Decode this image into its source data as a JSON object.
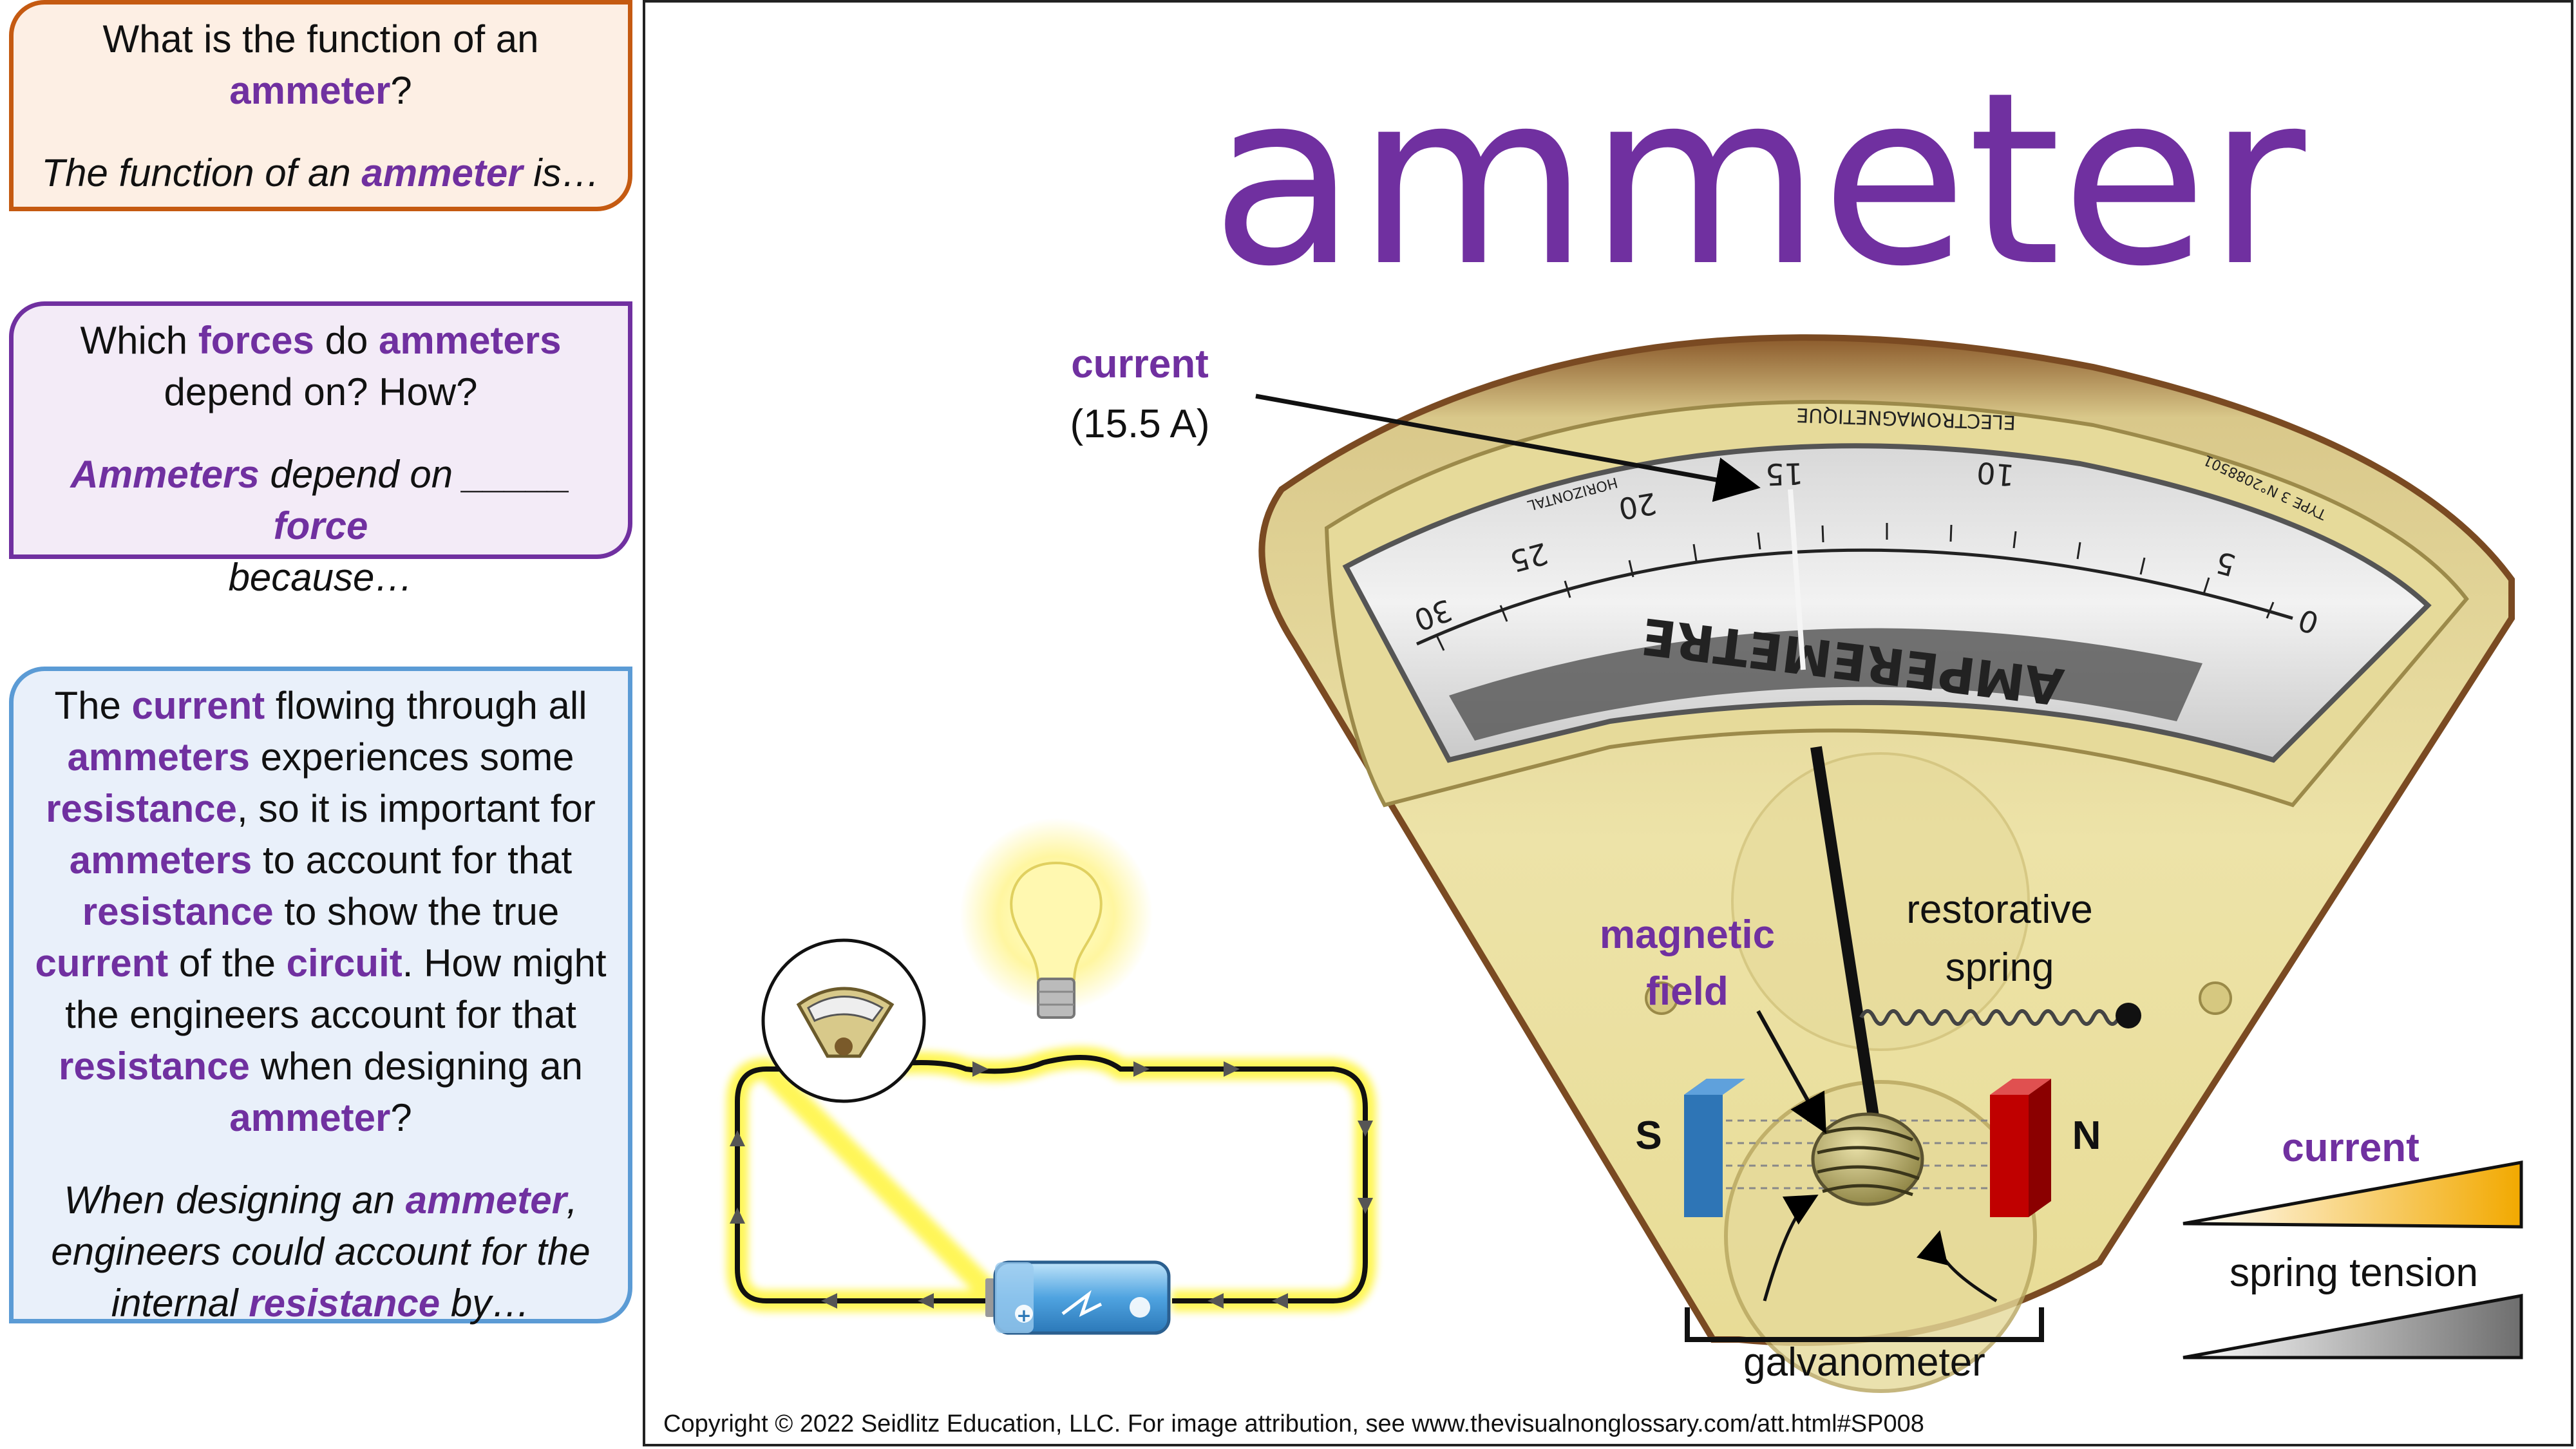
{
  "card1": {
    "question_pre": "What is the function of an",
    "question_term": "ammeter",
    "question_post": "?",
    "answer_pre": "The function of an",
    "answer_term": "ammeter",
    "answer_post": "is…"
  },
  "card2": {
    "q_w1": "Which",
    "q_term1": "forces",
    "q_w2": "do",
    "q_term2": "ammeters",
    "q_w3": "depend on? How?",
    "a_term1": "Ammeters",
    "a_w1": "depend on _____",
    "a_term2": "force",
    "a_w2": "because…"
  },
  "card3": {
    "t1": "The",
    "k1": "current",
    "t2": "flowing through all",
    "k2": "ammeters",
    "t3": "experiences some",
    "k3": "resistance",
    "t4": ", so it is important for",
    "k4": "ammeters",
    "t5": "to account for that",
    "k5": "resistance",
    "t6": "to show the true",
    "k6": "current",
    "t7": "of the",
    "k7": "circuit",
    "t8": ". How might the engineers account for that",
    "k8": "resistance",
    "t9": "when designing an",
    "k9": "ammeter",
    "t10": "?",
    "a1": "When designing an",
    "ak1": "ammeter",
    "a2": ", engineers could account for the internal",
    "ak2": "resistance",
    "a3": "by…"
  },
  "title": "ammeter",
  "labels": {
    "current": "current",
    "current_value": "(15.5 A)",
    "magnetic_field": "magnetic field",
    "restorative_spring": "restorative spring",
    "galvanometer": "galvanometer",
    "pole_s": "S",
    "pole_n": "N",
    "legend_current": "current",
    "legend_spring": "spring tension"
  },
  "meter_scale": {
    "top_numbers": [
      "30",
      "25",
      "20",
      "15",
      "10",
      "5",
      "0"
    ],
    "brand": "ELECTROMAGNETIQUE",
    "unit": "AMPEREMETRE",
    "horizontal": "HORIZONTAL",
    "type": "TYPE 3 N°2088501"
  },
  "colors": {
    "accent_purple": "#7030A0",
    "card1_border": "#C55A11",
    "card2_border": "#7030A0",
    "card3_border": "#5B9BD5",
    "magnet_s": "#2E75B6",
    "magnet_n": "#C00000",
    "wire_glow": "#FFF200",
    "battery": "#4FA3E0"
  },
  "copyright": "Copyright © 2022 Seidlitz Education, LLC.  For image attribution, see www.thevisualnonglossary.com/att.html#SP008"
}
